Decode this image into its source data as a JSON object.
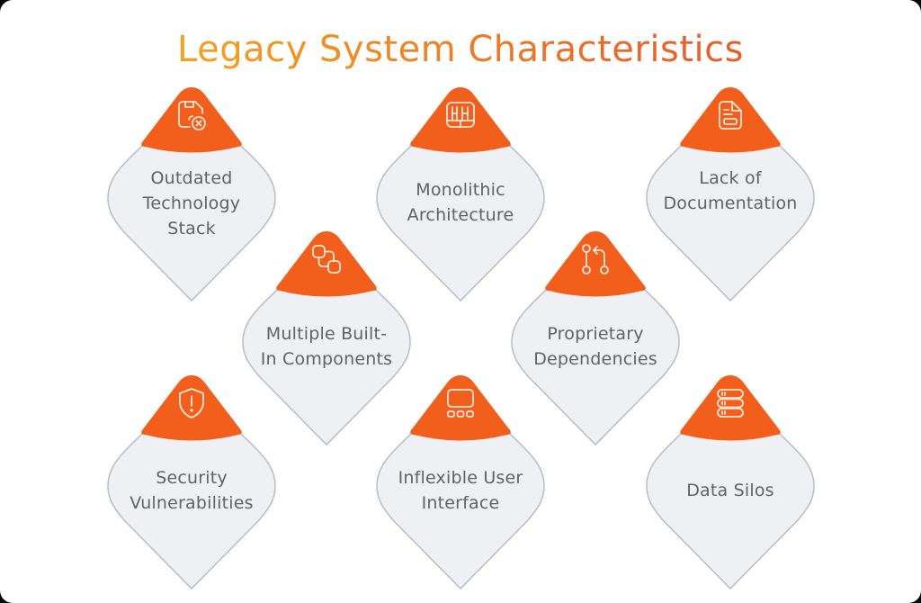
{
  "title": "Legacy System Characteristics",
  "colors": {
    "accent": "#f25f1c",
    "card_fill": "#eff0f4",
    "card_stroke": "#b9bcc6",
    "text": "#606266",
    "title_start": "#f4a21e",
    "title_end": "#e85a2a"
  },
  "cards": [
    {
      "line1": "Outdated",
      "line2": "Technology",
      "line3": "Stack",
      "icon": "floppy-disk-x-icon"
    },
    {
      "line1": "Monolithic",
      "line2": "Architecture",
      "icon": "server-grid-icon"
    },
    {
      "line1": "Lack of",
      "line2": "Documentation",
      "icon": "document-icon"
    },
    {
      "line1": "Multiple Built-",
      "line2": "In Components",
      "icon": "linked-blocks-icon"
    },
    {
      "line1": "Proprietary",
      "line2": "Dependencies",
      "icon": "git-pull-request-icon"
    },
    {
      "line1": "Security",
      "line2": "Vulnerabilities",
      "icon": "shield-alert-icon"
    },
    {
      "line1": "Inflexible User",
      "line2": "Interface",
      "icon": "interface-panel-icon"
    },
    {
      "line1": "Data Silos",
      "icon": "database-stack-icon"
    }
  ]
}
